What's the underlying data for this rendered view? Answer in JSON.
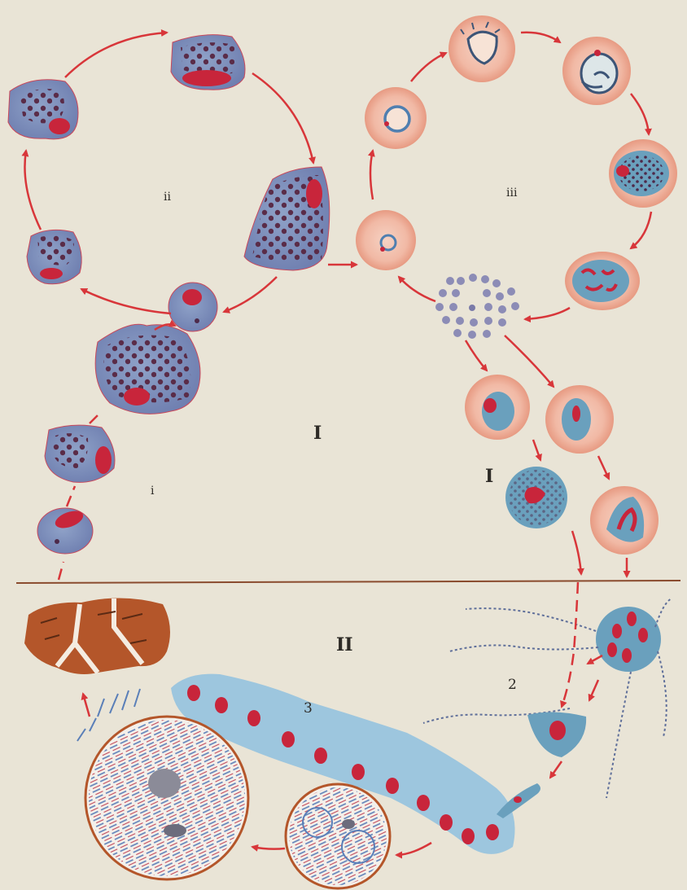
{
  "labels": {
    "cycle_ii": "ii",
    "cycle_iii": "iii",
    "cycle_i": "i",
    "phase_I_left": "I",
    "phase_I_right": "I",
    "phase_II": "II",
    "label_2": "2",
    "label_3": "3"
  },
  "colors": {
    "background": "#e9e4d6",
    "arrow": "#d8363a",
    "tissue_cell": "#7f93bf",
    "nucleus": "#c8253b",
    "erythrocyte": "#f0b7a3",
    "parasite": "#6aa0bd",
    "liver_tissue": "#b4562a",
    "gut_wall": "#9dc6de",
    "divider": "#8a4b2e"
  },
  "icons": {
    "arrow": "red-arrowhead"
  }
}
